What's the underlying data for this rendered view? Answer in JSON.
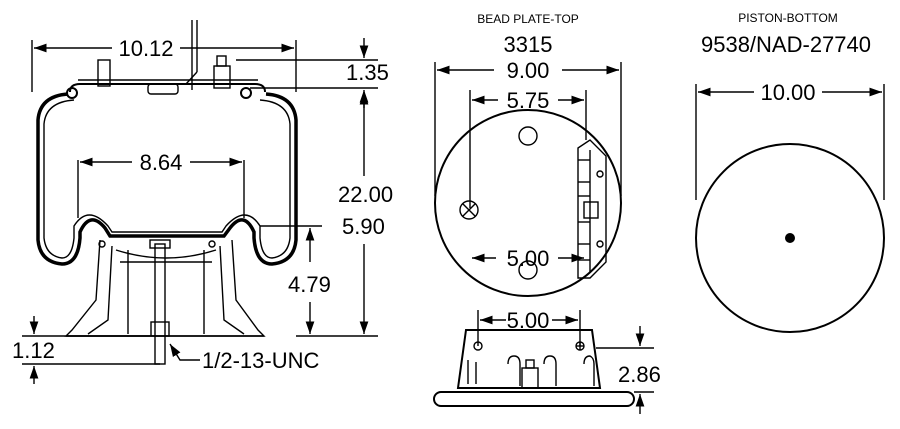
{
  "side_view": {
    "top_width": "10.12",
    "plate_height": "1.35",
    "inner_diameter": "8.64",
    "max_height": "22.00",
    "min_height": "5.90",
    "piston_height": "4.79",
    "stud_length": "1.12",
    "thread_spec": "1/2-13-UNC"
  },
  "bead_plate": {
    "heading": "BEAD PLATE-TOP",
    "part_number": "3315",
    "diameter": "9.00",
    "stud_spacing": "5.75",
    "hole_spacing": "5.00",
    "bracket_spacing": "5.00",
    "bracket_height": "2.86"
  },
  "piston": {
    "heading": "PISTON-BOTTOM",
    "part_number": "9538/NAD-27740",
    "diameter": "10.00"
  }
}
